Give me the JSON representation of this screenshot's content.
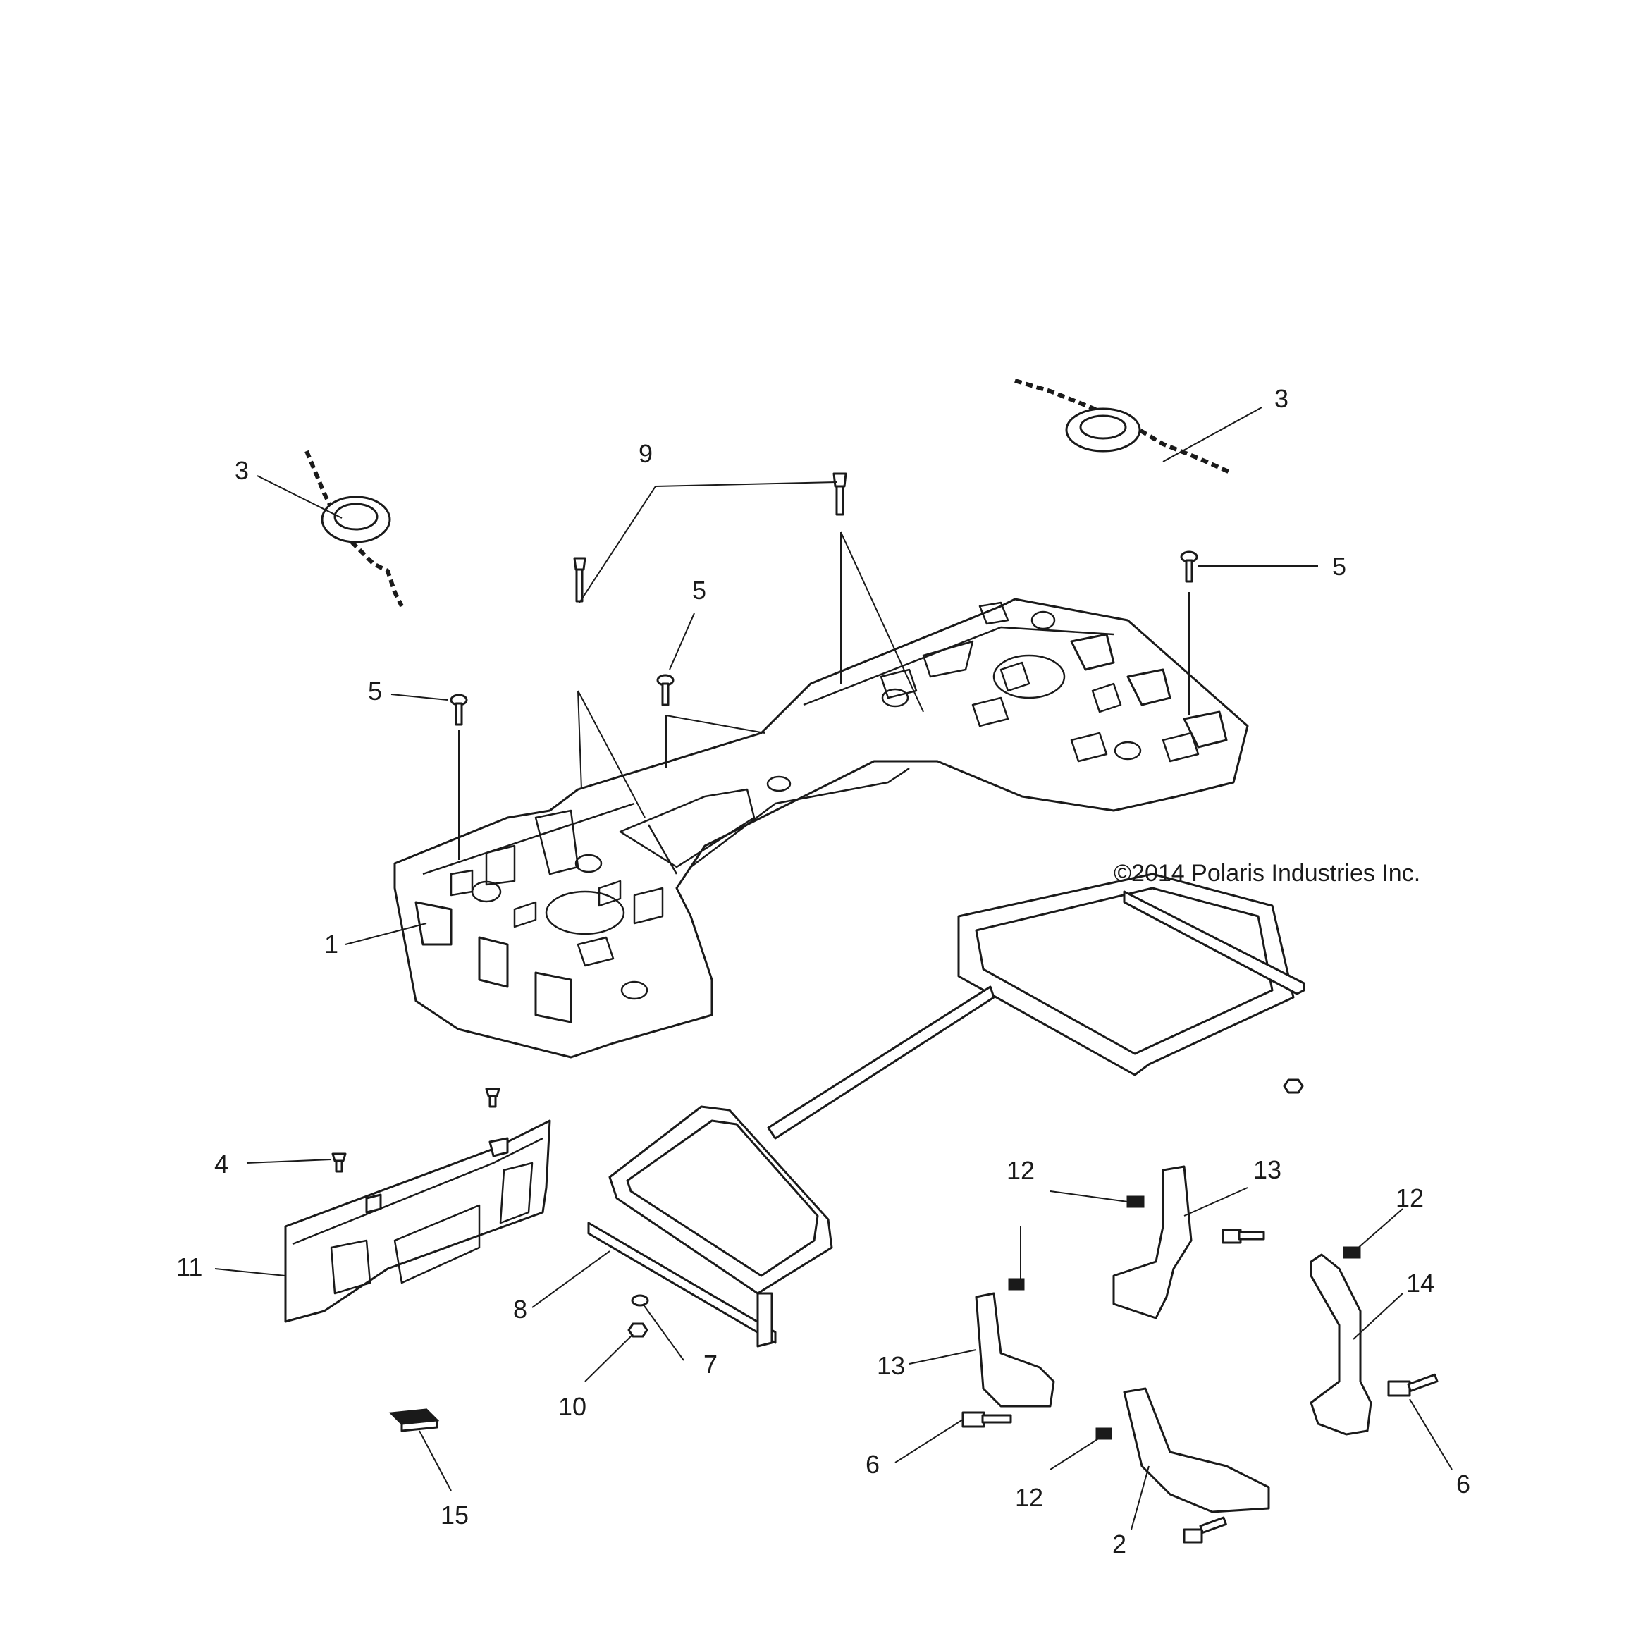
{
  "copyright": "©2014 Polaris Industries Inc.",
  "callouts": {
    "c1": "1",
    "c2": "2",
    "c3a": "3",
    "c3b": "3",
    "c4": "4",
    "c5a": "5",
    "c5b": "5",
    "c5c": "5",
    "c6a": "6",
    "c6b": "6",
    "c7": "7",
    "c8": "8",
    "c9": "9",
    "c10": "10",
    "c11": "11",
    "c12a": "12",
    "c12b": "12",
    "c12c": "12",
    "c13a": "13",
    "c13b": "13",
    "c14": "14",
    "c15": "15"
  },
  "colors": {
    "line": "#1a1a1a",
    "background": "#ffffff"
  }
}
